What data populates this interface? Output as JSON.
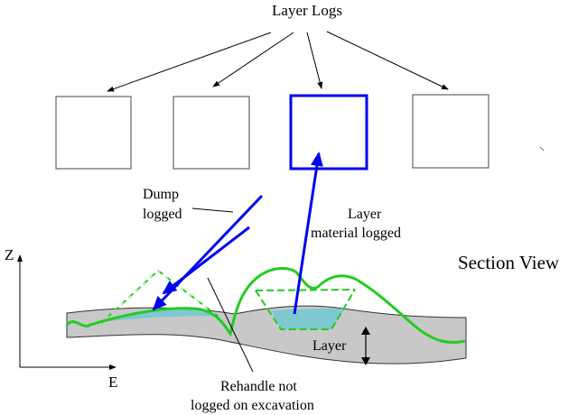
{
  "title": "Layer Logs",
  "section_view_label": "Section View",
  "dump_label": [
    "Dump",
    "logged"
  ],
  "layer_material_label": [
    "Layer",
    "material logged"
  ],
  "layer_label": "Layer",
  "rehandle_label": [
    "Rehandle not",
    "logged on excavation"
  ],
  "axis": {
    "z": "Z",
    "e": "E"
  },
  "log_boxes": [
    {
      "id": "log-1",
      "highlighted": false
    },
    {
      "id": "log-2",
      "highlighted": false
    },
    {
      "id": "log-3",
      "highlighted": true
    },
    {
      "id": "log-4",
      "highlighted": false
    }
  ],
  "colors": {
    "highlight_blue": "#0000ee",
    "green": "#22cc22",
    "section_gray": "#c8c8c8",
    "cyan_fill": "#7ec8d0"
  }
}
